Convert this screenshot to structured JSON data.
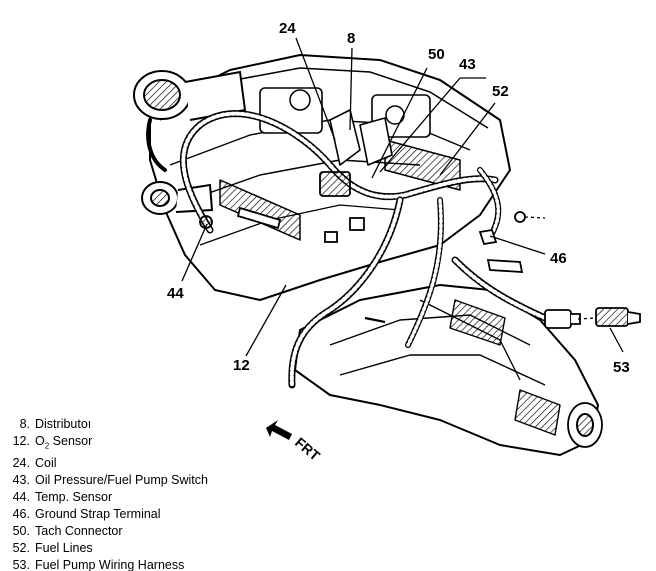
{
  "callouts": [
    "24",
    "8",
    "50",
    "43",
    "52",
    "46",
    "44",
    "12",
    "53"
  ],
  "direction_label": "FRT",
  "legend": [
    {
      "num": "8.",
      "desc": "Distributoı"
    },
    {
      "num": "12.",
      "desc_pre": "O",
      "desc_sub": "2",
      "desc_post": " Sensor"
    },
    {
      "num": "24.",
      "desc": "Coil"
    },
    {
      "num": "43.",
      "desc": "Oil Pressure/Fuel Pump Switch"
    },
    {
      "num": "44.",
      "desc": "Temp. Sensor"
    },
    {
      "num": "46.",
      "desc": "Ground Strap Terminal"
    },
    {
      "num": "50.",
      "desc": "Tach Connector"
    },
    {
      "num": "52.",
      "desc": "Fuel Lines"
    },
    {
      "num": "53.",
      "desc": "Fuel Pump Wiring Harness"
    }
  ],
  "colors": {
    "ink": "#000000",
    "paper": "#ffffff",
    "shade": "#cfcfcf"
  }
}
